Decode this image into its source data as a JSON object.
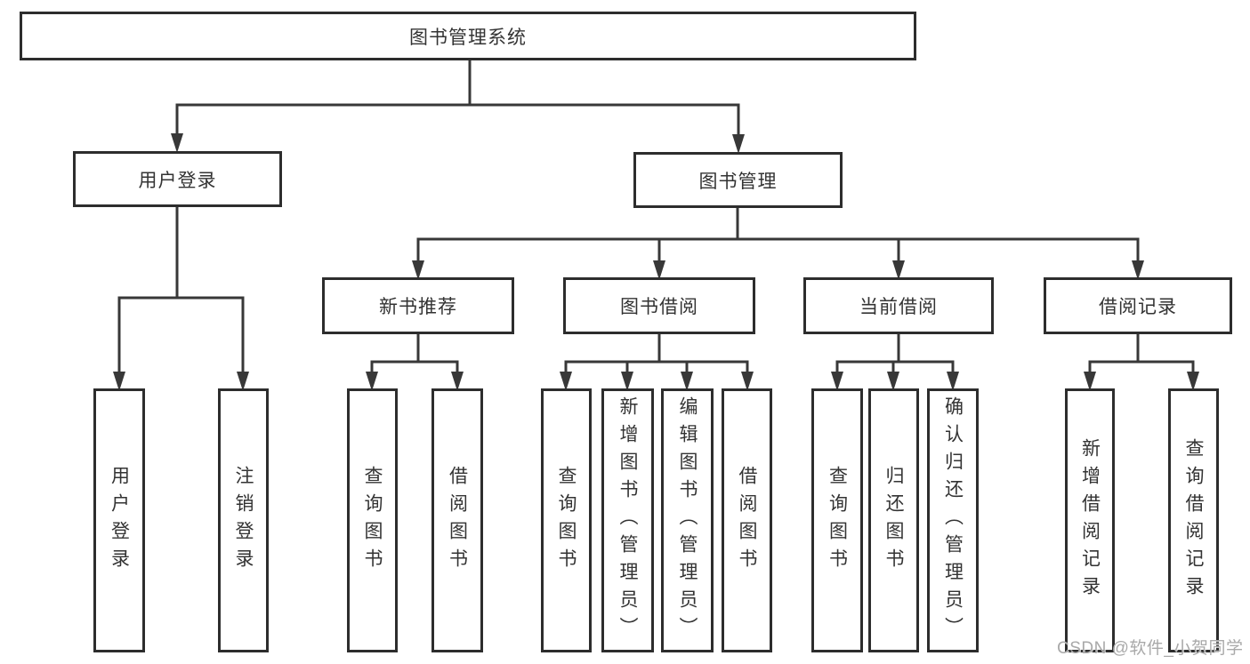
{
  "diagram": {
    "title": "图书管理系统",
    "branches": [
      {
        "label": "用户登录",
        "children": [
          {
            "label": "用户登录"
          },
          {
            "label": "注销登录"
          }
        ]
      },
      {
        "label": "图书管理",
        "children": [
          {
            "label": "新书推荐",
            "children": [
              {
                "label": "查询图书"
              },
              {
                "label": "借阅图书"
              }
            ]
          },
          {
            "label": "图书借阅",
            "children": [
              {
                "label": "查询图书"
              },
              {
                "label": "新增图书（管理员）"
              },
              {
                "label": "编辑图书（管理员）"
              },
              {
                "label": "借阅图书"
              }
            ]
          },
          {
            "label": "当前借阅",
            "children": [
              {
                "label": "查询图书"
              },
              {
                "label": "归还图书"
              },
              {
                "label": "确认归还（管理员）"
              }
            ]
          },
          {
            "label": "借阅记录",
            "children": [
              {
                "label": "新增借阅记录"
              },
              {
                "label": "查询借阅记录"
              }
            ]
          }
        ]
      }
    ]
  },
  "watermark": {
    "text": "CSDN @软件_小贺同学"
  },
  "colors": {
    "line": "#383838",
    "box_border": "#2d2d2d",
    "text": "#333333",
    "watermark": "#a9a9a9",
    "background": "#ffffff"
  }
}
